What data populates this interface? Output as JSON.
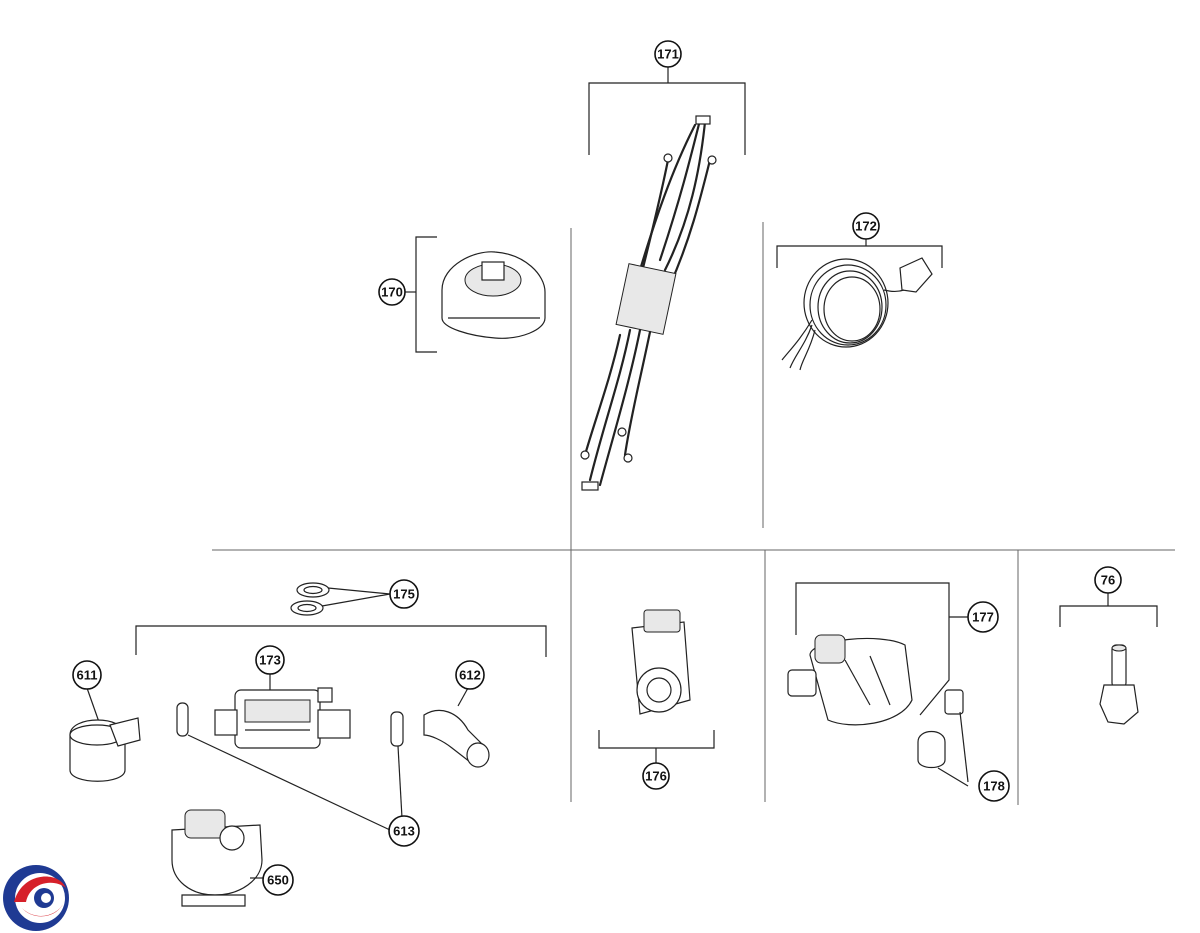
{
  "callouts": {
    "c171": "171",
    "c172": "172",
    "c170": "170",
    "c175": "175",
    "c173": "173",
    "c611": "611",
    "c612": "612",
    "c613": "613",
    "c650": "650",
    "c176": "176",
    "c177": "177",
    "c178": "178",
    "c76": "76"
  },
  "logo": {
    "colors": {
      "blue": "#1f3a93",
      "red": "#d6202a"
    }
  }
}
